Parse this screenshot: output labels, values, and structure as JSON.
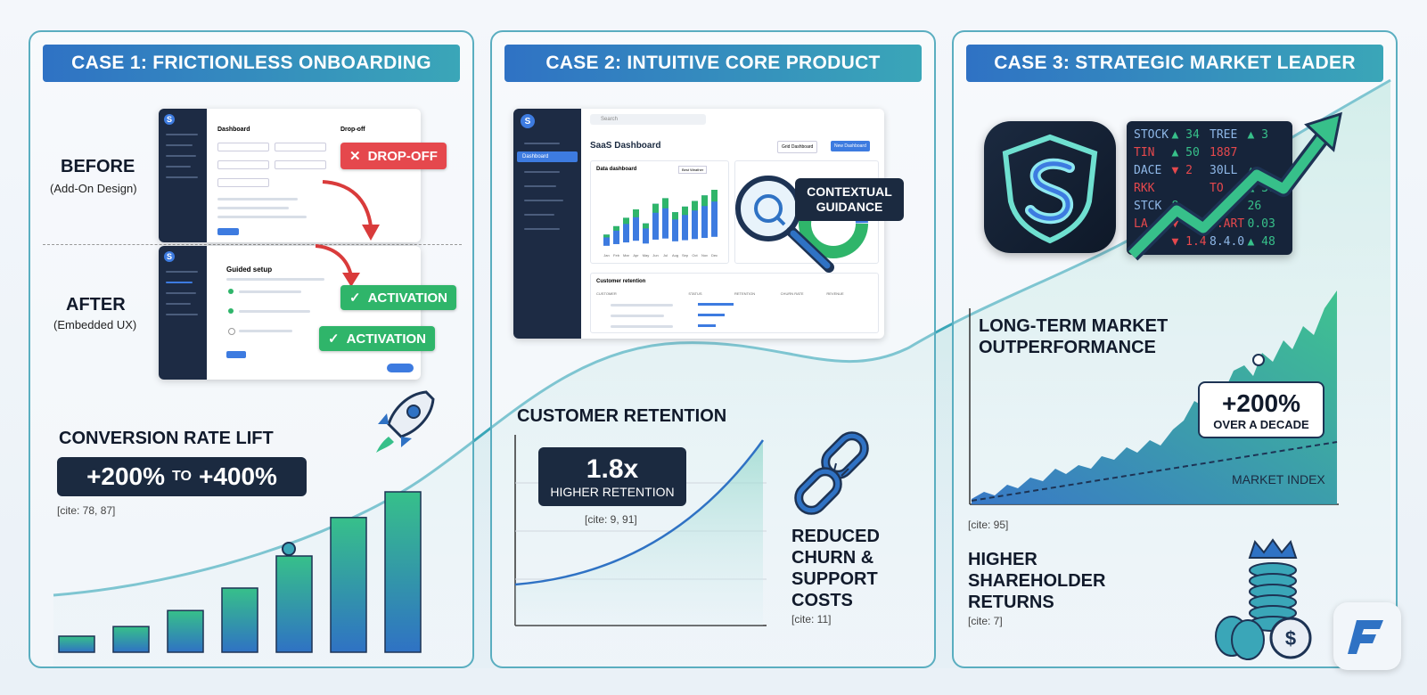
{
  "case1": {
    "header": "CASE 1: FRICTIONLESS ONBOARDING",
    "before_title": "BEFORE",
    "before_sub": "(Add-On Design)",
    "after_title": "AFTER",
    "after_sub": "(Embedded UX)",
    "mock_before": {
      "title": "Dashboard",
      "panel_title": "Drop-off"
    },
    "mock_after": {
      "title": "Guided setup"
    },
    "dropoff_label": "DROP-OFF",
    "activation_1": "ACTIVATION",
    "activation_2": "ACTIVATION",
    "metric_title": "CONVERSION RATE LIFT",
    "metric_from": "+200%",
    "metric_to_word": "TO",
    "metric_to": "+400%",
    "cite": "[cite: 78, 87]",
    "bar_values": [
      1,
      1.6,
      2.6,
      4,
      6,
      8.4,
      10
    ]
  },
  "case2": {
    "header": "CASE 2: INTUITIVE CORE PRODUCT",
    "mock": {
      "search": "Search",
      "page_title": "SaaS Dashboard",
      "select_label": "Grid Dashboard",
      "button_label": "New Dashboard",
      "sidebar_active": "Dashboard",
      "chart_title": "Data dashboard",
      "chart_select": "Best Weather",
      "months": [
        "Jan",
        "Feb",
        "Mar",
        "Apr",
        "May",
        "Jun",
        "Jul",
        "Aug",
        "Sep",
        "Oct",
        "Nov",
        "Dec"
      ],
      "bar_values": [
        10,
        16,
        22,
        28,
        18,
        32,
        36,
        26,
        30,
        34,
        38,
        42
      ],
      "table_title": "Customer retention",
      "table_headers": [
        "CUSTOMER",
        "STATUS",
        "RETENTION",
        "CHURN RATE",
        "REVENUE"
      ]
    },
    "guidance_label_1": "CONTEXTUAL",
    "guidance_label_2": "GUIDANCE",
    "metric_title": "CUSTOMER RETENTION",
    "retention_value": "1.8x",
    "retention_sub": "HIGHER RETENTION",
    "cite_retention": "[cite: 9, 91]",
    "churn_1": "REDUCED",
    "churn_2": "CHURN &",
    "churn_3": "SUPPORT",
    "churn_4": "COSTS",
    "cite_churn": "[cite: 11]"
  },
  "case3": {
    "header": "CASE 3: STRATEGIC MARKET LEADER",
    "ticker_rows": [
      [
        "STOCK",
        "▲ 34",
        "TREE",
        "▲ 3"
      ],
      [
        "TIN",
        "▲ 50",
        "1887",
        ""
      ],
      [
        "DACE",
        "▼ 2",
        "30LL",
        "▲"
      ],
      [
        "RKK",
        "",
        "TO",
        "▲ 30"
      ],
      [
        "STCK",
        "8",
        "",
        "26"
      ],
      [
        "LA",
        "▼ 84",
        "6.ART",
        "0.03"
      ],
      [
        "",
        "▼ 1.4",
        "8.4.0",
        "▲ 48"
      ]
    ],
    "perf_title_1": "LONG-TERM MARKET",
    "perf_title_2": "OUTPERFORMANCE",
    "perf_value": "+200%",
    "perf_sub": "OVER A DECADE",
    "market_index": "MARKET INDEX",
    "cite_perf": "[cite: 95]",
    "returns_1": "HIGHER",
    "returns_2": "SHAREHOLDER",
    "returns_3": "RETURNS",
    "cite_returns": "[cite: 7]"
  },
  "colors": {
    "accent_blue": "#2f72c4",
    "accent_teal": "#3aa6b8",
    "drop_red": "#e5484d",
    "activation_green": "#2fb56a",
    "dark_badge": "#1b2a40"
  }
}
